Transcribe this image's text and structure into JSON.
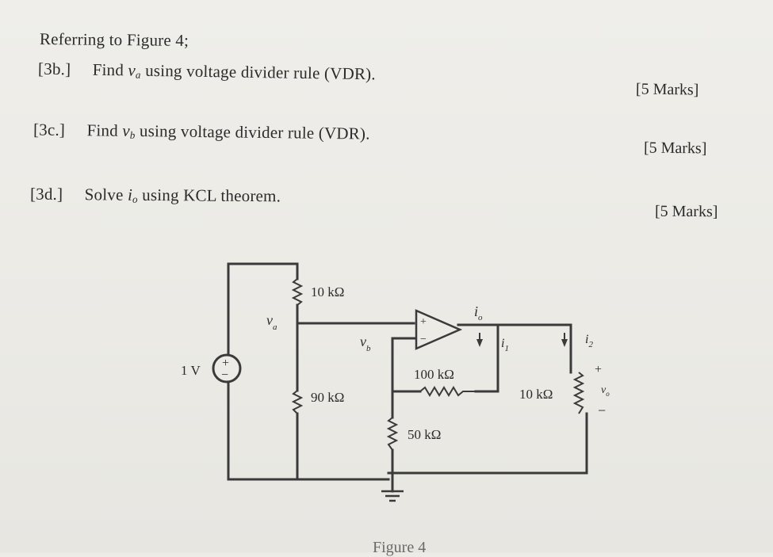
{
  "intro": "Referring to Figure 4;",
  "questions": [
    {
      "label": "[3b.]",
      "text_before": "Find",
      "var": "v",
      "var_sub": "a",
      "text_after": "using voltage divider rule (VDR).",
      "marks": "[5 Marks]"
    },
    {
      "label": "[3c.]",
      "text_before": "Find",
      "var": "v",
      "var_sub": "b",
      "text_after": "using voltage divider rule (VDR).",
      "marks": "[5 Marks]"
    },
    {
      "label": "[3d.]",
      "text_before": "Solve",
      "var": "i",
      "var_sub": "o",
      "text_after": "using KCL theorem.",
      "marks": "[5 Marks]"
    }
  ],
  "circuit": {
    "source": "1 V",
    "source_plus": "+",
    "source_minus": "−",
    "r_top": "10 kΩ",
    "r_bottom_left": "90 kΩ",
    "r_feedback": "100 kΩ",
    "r_ground": "50 kΩ",
    "r_load": "10 kΩ",
    "node_va": "v",
    "node_va_sub": "a",
    "node_vb": "v",
    "node_vb_sub": "b",
    "io": "i",
    "io_sub": "o",
    "i1": "i",
    "i1_sub": "1",
    "i2": "i",
    "i2_sub": "2",
    "opamp_plus": "+",
    "opamp_minus": "−",
    "vo_plus": "+",
    "vo": "v",
    "vo_sub": "o",
    "vo_minus": "−"
  },
  "figure_caption": "Figure 4"
}
